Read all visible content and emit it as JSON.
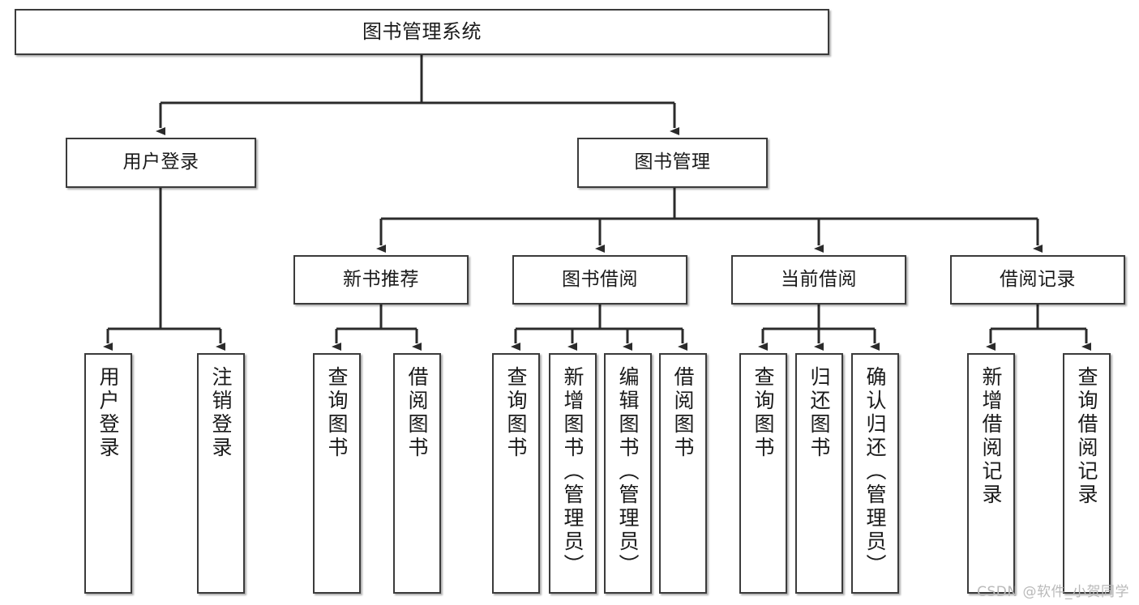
{
  "diagram": {
    "title": "图书管理系统",
    "type": "tree-hierarchy",
    "watermark": "CSDN @软件_小贺同学",
    "colors": {
      "box_border": "#3b3b3b",
      "box_fill": "#ffffff",
      "connector": "#2b2b2b",
      "text": "#1a1a1a",
      "watermark": "#b9b9b9",
      "background": "#ffffff"
    }
  },
  "nodes": {
    "root": {
      "label": "图书管理系统",
      "level": 1
    },
    "l2": [
      {
        "id": "user_login",
        "label": "用户登录",
        "level": 2
      },
      {
        "id": "book_manage",
        "label": "图书管理",
        "level": 2
      }
    ],
    "l3": [
      {
        "id": "new_book_rec",
        "label": "新书推荐",
        "level": 3,
        "parent": "book_manage"
      },
      {
        "id": "book_borrow",
        "label": "图书借阅",
        "level": 3,
        "parent": "book_manage"
      },
      {
        "id": "current_borrow",
        "label": "当前借阅",
        "level": 3,
        "parent": "book_manage"
      },
      {
        "id": "borrow_record",
        "label": "借阅记录",
        "level": 3,
        "parent": "book_manage"
      }
    ],
    "leaves": [
      {
        "id": "leaf_user_login",
        "label": "用户登录",
        "parent": "user_login"
      },
      {
        "id": "leaf_user_logout",
        "label": "注销登录",
        "parent": "user_login"
      },
      {
        "id": "leaf_query_book_1",
        "label": "查询图书",
        "parent": "new_book_rec"
      },
      {
        "id": "leaf_borrow_book_1",
        "label": "借阅图书",
        "parent": "new_book_rec"
      },
      {
        "id": "leaf_query_book_2",
        "label": "查询图书",
        "parent": "book_borrow"
      },
      {
        "id": "leaf_add_book",
        "label": "新增图书（管理员）",
        "parent": "book_borrow"
      },
      {
        "id": "leaf_edit_book",
        "label": "编辑图书（管理员）",
        "parent": "book_borrow"
      },
      {
        "id": "leaf_borrow_book_2",
        "label": "借阅图书",
        "parent": "book_borrow"
      },
      {
        "id": "leaf_query_book_3",
        "label": "查询图书",
        "parent": "current_borrow"
      },
      {
        "id": "leaf_return_book",
        "label": "归还图书",
        "parent": "current_borrow"
      },
      {
        "id": "leaf_confirm_return",
        "label": "确认归还（管理员）",
        "parent": "current_borrow"
      },
      {
        "id": "leaf_add_record",
        "label": "新增借阅记录",
        "parent": "borrow_record"
      },
      {
        "id": "leaf_query_record",
        "label": "查询借阅记录",
        "parent": "borrow_record"
      }
    ]
  }
}
